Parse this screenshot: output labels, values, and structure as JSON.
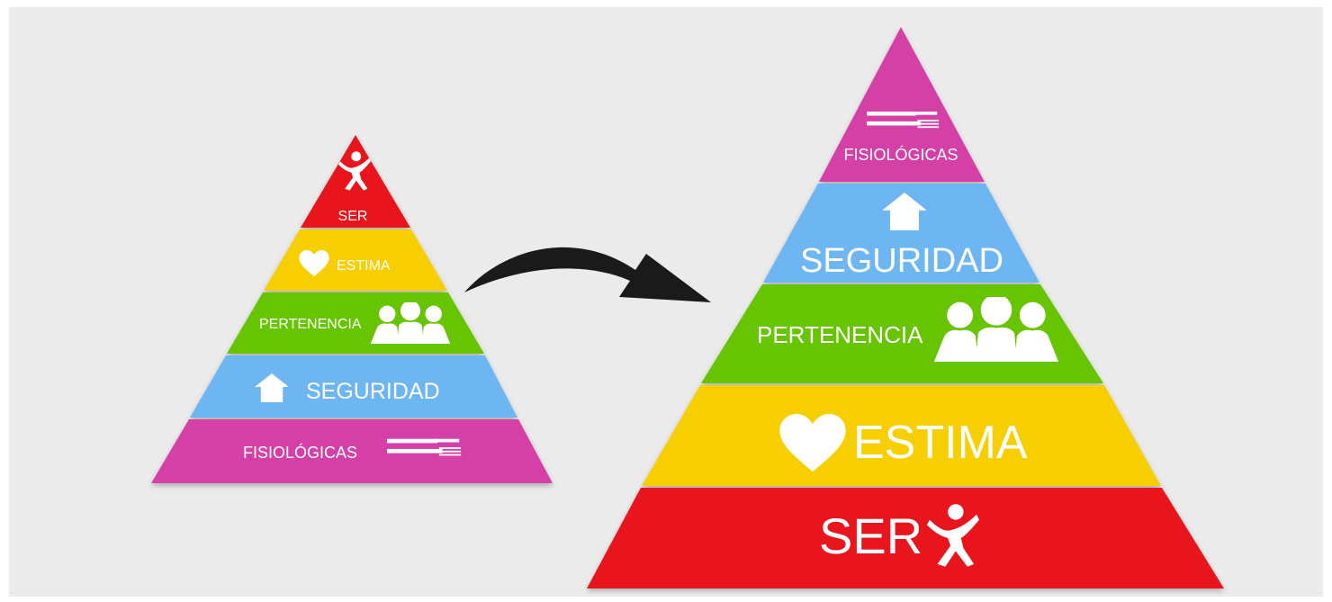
{
  "small_pyramid": {
    "levels": [
      {
        "label": "SER",
        "color": "#e8141b",
        "icon": "person-icon"
      },
      {
        "label": "ESTIMA",
        "color": "#f7cf00",
        "icon": "heart-icon"
      },
      {
        "label": "PERTENENCIA",
        "color": "#66c400",
        "icon": "people-icon"
      },
      {
        "label": "SEGURIDAD",
        "color": "#6db6f2",
        "icon": "house-icon"
      },
      {
        "label": "FISIOLÓGICAS",
        "color": "#d43fa6",
        "icon": "cutlery-icon"
      }
    ]
  },
  "large_pyramid": {
    "levels": [
      {
        "label": "FISIOLÓGICAS",
        "color": "#d43fa6",
        "icon": "cutlery-icon"
      },
      {
        "label": "SEGURIDAD",
        "color": "#6db6f2",
        "icon": "house-icon"
      },
      {
        "label": "PERTENENCIA",
        "color": "#66c400",
        "icon": "people-icon"
      },
      {
        "label": "ESTIMA",
        "color": "#f7cf00",
        "icon": "heart-icon"
      },
      {
        "label": "SER",
        "color": "#e8141b",
        "icon": "person-icon"
      }
    ]
  },
  "arrow": {
    "icon": "curved-arrow-icon",
    "color": "#1a1a1a"
  },
  "background_color": "#ebebeb"
}
